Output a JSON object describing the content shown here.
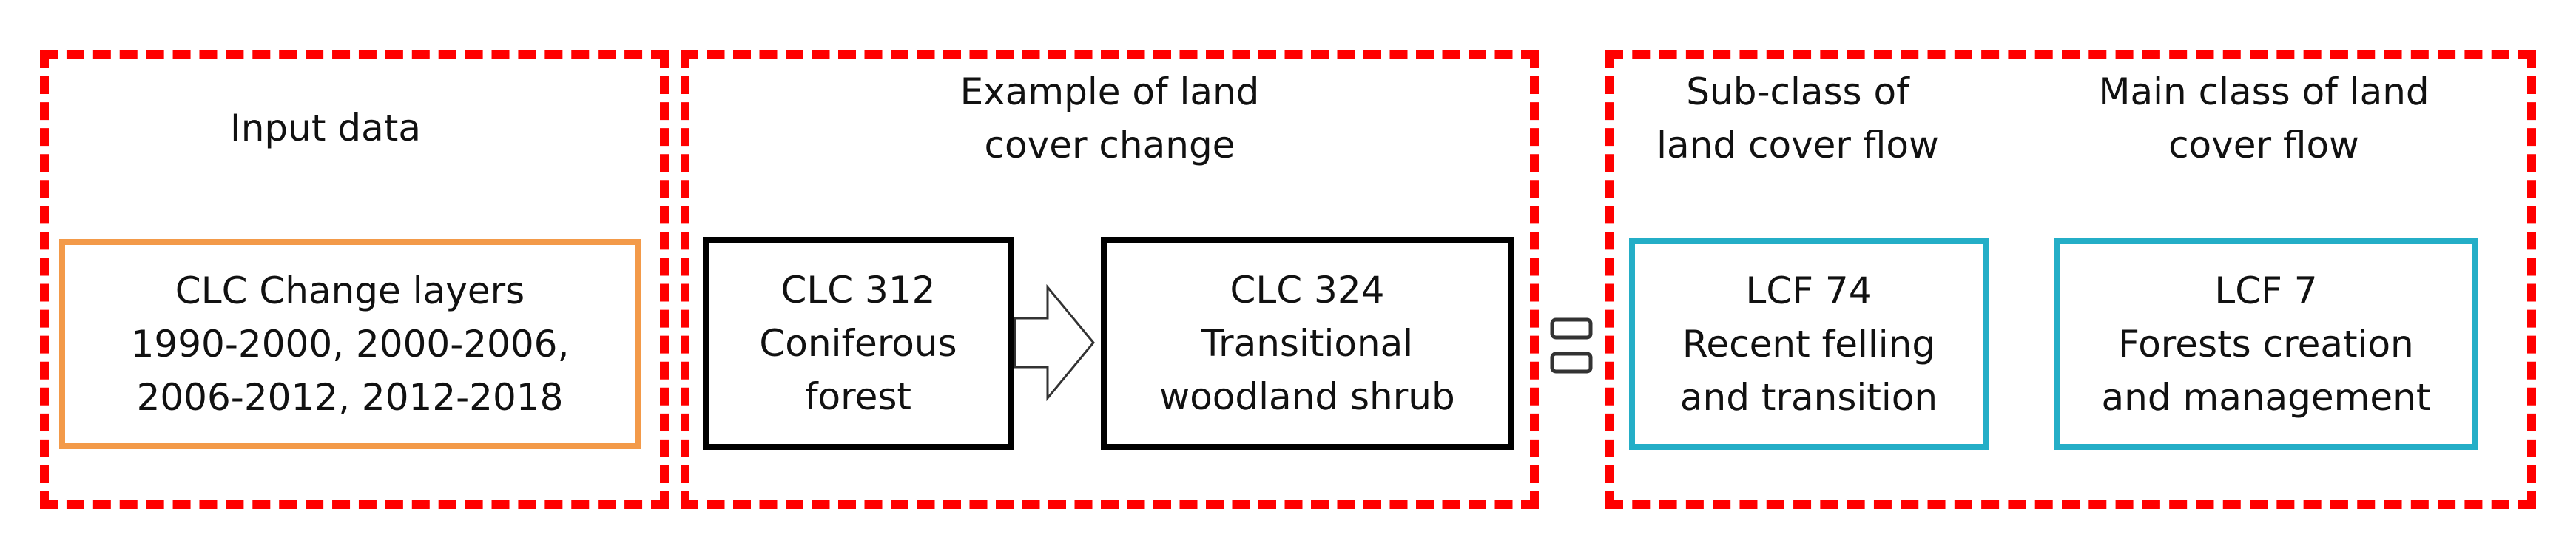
{
  "colors": {
    "group_border": "#ff0000",
    "input_box_border": "#f39a49",
    "change_box_border": "#000000",
    "flow_box_border": "#24aec7",
    "text": "#111111"
  },
  "groups": {
    "input": {
      "caption": [
        "Input data"
      ],
      "box": [
        "CLC Change layers",
        "1990-2000, 2000-2006,",
        "2006-2012, 2012-2018"
      ]
    },
    "example": {
      "caption": [
        "Example of land",
        "cover change"
      ],
      "from_box": [
        "CLC 312",
        "Coniferous",
        "forest"
      ],
      "to_box": [
        "CLC 324",
        "Transitional",
        "woodland shrub"
      ],
      "arrow_icon": "hollow-right-arrow"
    },
    "equals_icon": "equals-sign",
    "flows": {
      "sub_class": {
        "caption": [
          "Sub-class of",
          "land cover flow"
        ],
        "box": [
          "LCF 74",
          "Recent felling",
          "and transition"
        ]
      },
      "main_class": {
        "caption": [
          "Main class of land",
          "cover flow"
        ],
        "box": [
          "LCF 7",
          "Forests creation",
          "and management"
        ]
      }
    }
  }
}
